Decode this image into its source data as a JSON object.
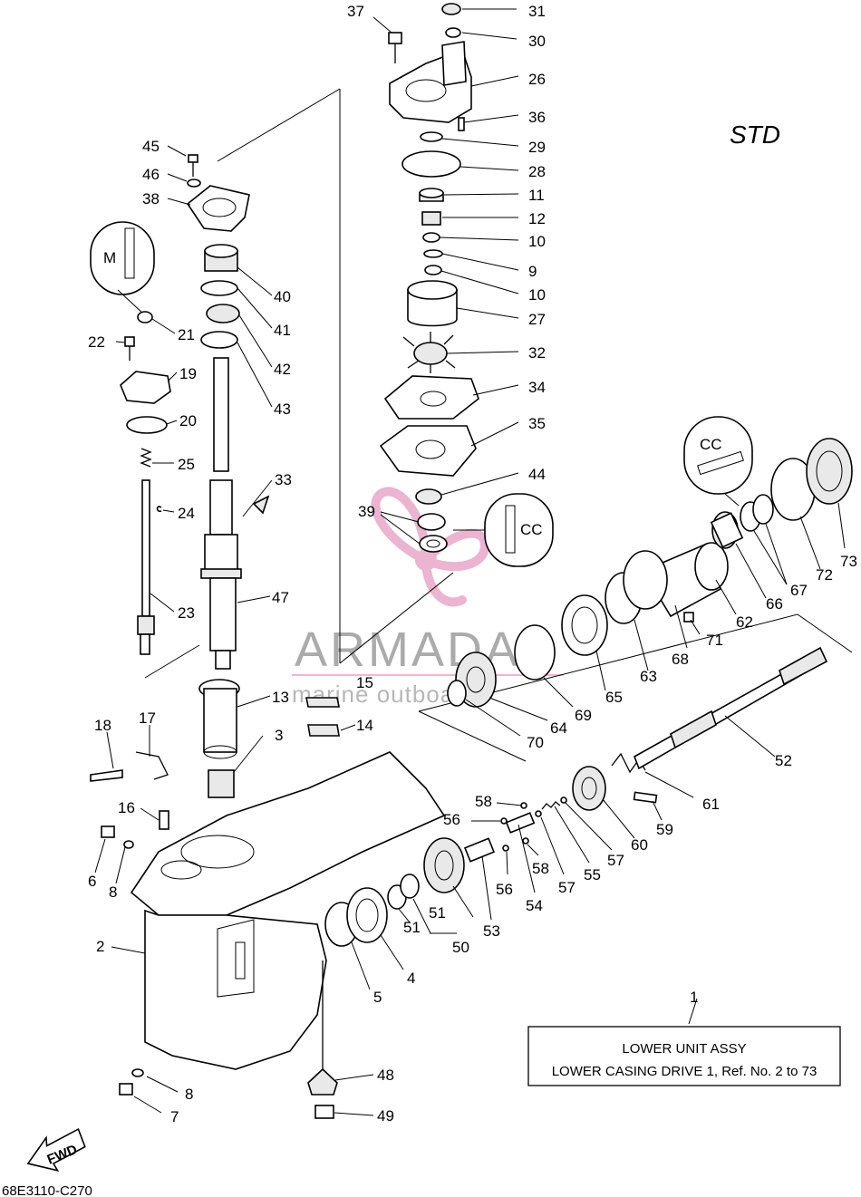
{
  "diagram": {
    "variant_label": "STD",
    "drawing_code": "68E3110-C270",
    "direction_label": "FWD",
    "caption": {
      "ref_number": "1",
      "title": "LOWER UNIT ASSY",
      "subtitle": "LOWER CASING DRIVE 1, Ref. No. 2 to 73"
    },
    "watermark": {
      "brand": "ARMADA",
      "tagline": "marine outboards",
      "brand_color": "#e8a7c9"
    },
    "callouts": [
      {
        "id": "37",
        "text": "37"
      },
      {
        "id": "31",
        "text": "31"
      },
      {
        "id": "30",
        "text": "30"
      },
      {
        "id": "26",
        "text": "26"
      },
      {
        "id": "36",
        "text": "36"
      },
      {
        "id": "29",
        "text": "29"
      },
      {
        "id": "28",
        "text": "28"
      },
      {
        "id": "11",
        "text": "11"
      },
      {
        "id": "12",
        "text": "12"
      },
      {
        "id": "10a",
        "text": "10"
      },
      {
        "id": "9",
        "text": "9"
      },
      {
        "id": "10b",
        "text": "10"
      },
      {
        "id": "27",
        "text": "27"
      },
      {
        "id": "32",
        "text": "32"
      },
      {
        "id": "34",
        "text": "34"
      },
      {
        "id": "35",
        "text": "35"
      },
      {
        "id": "44",
        "text": "44"
      },
      {
        "id": "39",
        "text": "39"
      },
      {
        "id": "45",
        "text": "45"
      },
      {
        "id": "46",
        "text": "46"
      },
      {
        "id": "38",
        "text": "38"
      },
      {
        "id": "40",
        "text": "40"
      },
      {
        "id": "41",
        "text": "41"
      },
      {
        "id": "42",
        "text": "42"
      },
      {
        "id": "43",
        "text": "43"
      },
      {
        "id": "21",
        "text": "21"
      },
      {
        "id": "22",
        "text": "22"
      },
      {
        "id": "19",
        "text": "19"
      },
      {
        "id": "20",
        "text": "20"
      },
      {
        "id": "25",
        "text": "25"
      },
      {
        "id": "24",
        "text": "24"
      },
      {
        "id": "23",
        "text": "23"
      },
      {
        "id": "33",
        "text": "33"
      },
      {
        "id": "47",
        "text": "47"
      },
      {
        "id": "15",
        "text": "15"
      },
      {
        "id": "13",
        "text": "13"
      },
      {
        "id": "14",
        "text": "14"
      },
      {
        "id": "3",
        "text": "3"
      },
      {
        "id": "18",
        "text": "18"
      },
      {
        "id": "17",
        "text": "17"
      },
      {
        "id": "16",
        "text": "16"
      },
      {
        "id": "6",
        "text": "6"
      },
      {
        "id": "8a",
        "text": "8"
      },
      {
        "id": "2",
        "text": "2"
      },
      {
        "id": "8b",
        "text": "8"
      },
      {
        "id": "7",
        "text": "7"
      },
      {
        "id": "48",
        "text": "48"
      },
      {
        "id": "49",
        "text": "49"
      },
      {
        "id": "5",
        "text": "5"
      },
      {
        "id": "4",
        "text": "4"
      },
      {
        "id": "51a",
        "text": "51"
      },
      {
        "id": "51b",
        "text": "51"
      },
      {
        "id": "50",
        "text": "50"
      },
      {
        "id": "53",
        "text": "53"
      },
      {
        "id": "54",
        "text": "54"
      },
      {
        "id": "56a",
        "text": "56"
      },
      {
        "id": "56b",
        "text": "56"
      },
      {
        "id": "58a",
        "text": "58"
      },
      {
        "id": "58b",
        "text": "58"
      },
      {
        "id": "57a",
        "text": "57"
      },
      {
        "id": "57b",
        "text": "57"
      },
      {
        "id": "55",
        "text": "55"
      },
      {
        "id": "60",
        "text": "60"
      },
      {
        "id": "59",
        "text": "59"
      },
      {
        "id": "61",
        "text": "61"
      },
      {
        "id": "52",
        "text": "52"
      },
      {
        "id": "70",
        "text": "70"
      },
      {
        "id": "64",
        "text": "64"
      },
      {
        "id": "69",
        "text": "69"
      },
      {
        "id": "65",
        "text": "65"
      },
      {
        "id": "63",
        "text": "63"
      },
      {
        "id": "68",
        "text": "68"
      },
      {
        "id": "71",
        "text": "71"
      },
      {
        "id": "62",
        "text": "62"
      },
      {
        "id": "66",
        "text": "66"
      },
      {
        "id": "67",
        "text": "67"
      },
      {
        "id": "72",
        "text": "72"
      },
      {
        "id": "73",
        "text": "73"
      },
      {
        "id": "1",
        "text": "1"
      }
    ]
  }
}
